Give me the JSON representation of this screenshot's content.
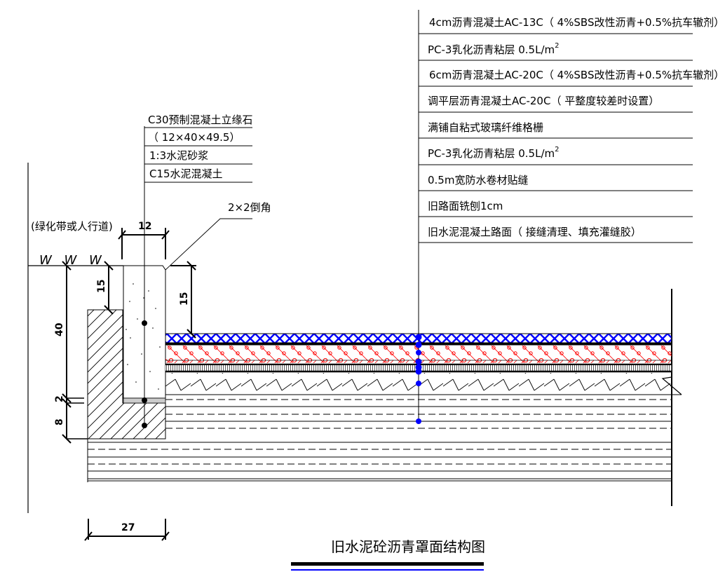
{
  "title": "旧水泥砼沥青罩面结构图",
  "colors": {
    "line": "#000000",
    "top_layer_hatch": "#0000ff",
    "asphalt_hatch": "#ff0000",
    "leader_dots": "#0000ff",
    "title_underline_blue": "#0000ff"
  },
  "pavement_layers": [
    {
      "label": "4cm沥青混凝土AC-13C（ 4%SBS改性沥青+0.5%抗车辙剂）"
    },
    {
      "label": "PC-3乳化沥青粘层 0.5L/m",
      "sup": "2"
    },
    {
      "label": "6cm沥青混凝土AC-20C（ 4%SBS改性沥青+0.5%抗车辙剂）"
    },
    {
      "label": "调平层沥青混凝土AC-20C（ 平整度较差时设置）"
    },
    {
      "label": "满铺自粘式玻璃纤维格栅"
    },
    {
      "label": "PC-3乳化沥青粘层 0.5L/m",
      "sup": "2"
    },
    {
      "label": "0.5m宽防水卷材贴缝"
    },
    {
      "label": "旧路面铣刨1cm"
    },
    {
      "label": "旧水泥混凝土路面（ 接缝清理、填充灌缝胶）"
    }
  ],
  "curb_layers": [
    {
      "label": "C30预制混凝土立缘石"
    },
    {
      "label": "（ 12×40×49.5）"
    },
    {
      "label": "1:3水泥砂浆"
    },
    {
      "label": "C15水泥混凝土"
    }
  ],
  "annotations": {
    "sidewalk": "(绿化带或人行道)",
    "chamfer": "2×2倒角",
    "grass_symbol": "W W W"
  },
  "dimensions": {
    "curb_width": "12",
    "curb_reveal_left": "15",
    "curb_reveal_right": "15",
    "curb_height": "40",
    "mortar": "2",
    "base_thickness": "8",
    "base_width": "27"
  }
}
